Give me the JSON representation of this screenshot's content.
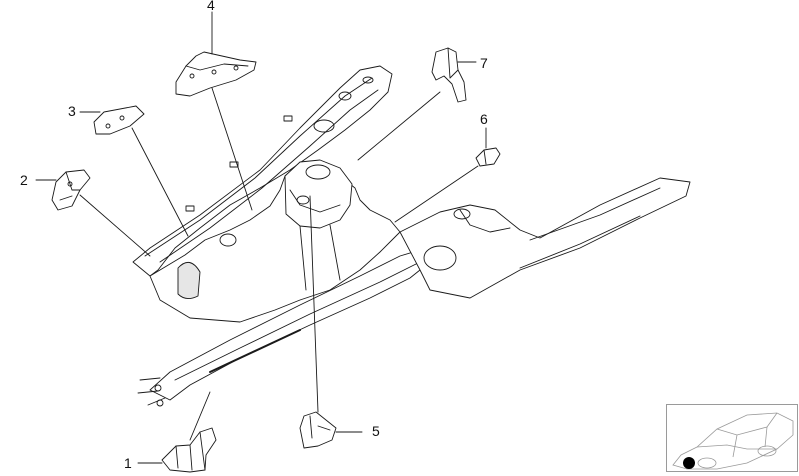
{
  "callouts": [
    {
      "id": "1",
      "label": "1"
    },
    {
      "id": "2",
      "label": "2"
    },
    {
      "id": "3",
      "label": "3"
    },
    {
      "id": "4",
      "label": "4"
    },
    {
      "id": "5",
      "label": "5"
    },
    {
      "id": "6",
      "label": "6"
    },
    {
      "id": "7",
      "label": "7"
    }
  ],
  "colors": {
    "line": "#1a1a1a",
    "fill": "#ffffff",
    "shade": "#d9d9d9",
    "inset_border": "#9a9a9a",
    "marker": "#000000"
  }
}
